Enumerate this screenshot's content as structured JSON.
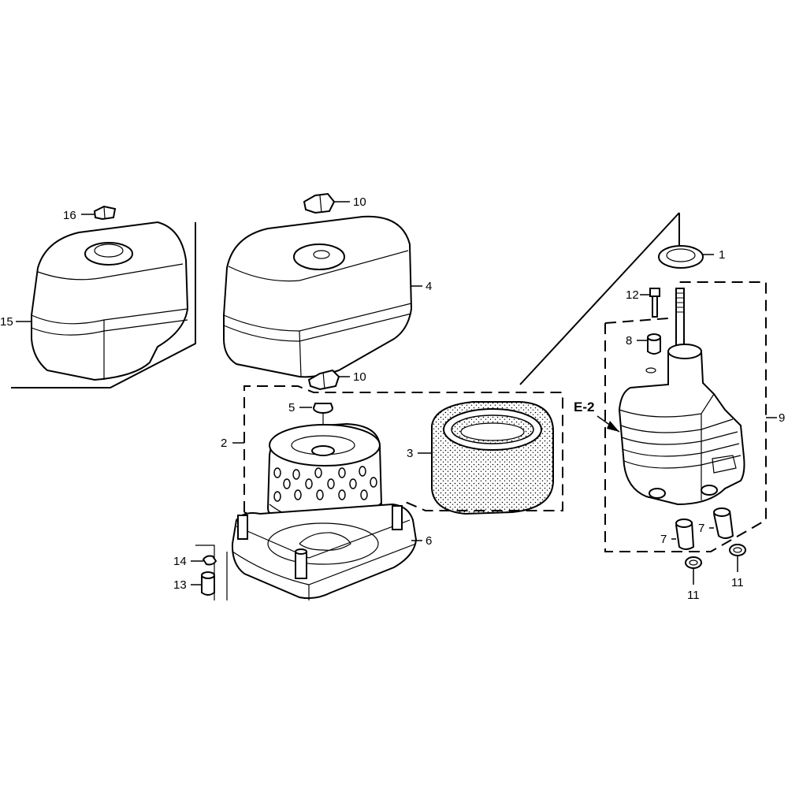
{
  "callouts": {
    "c1": "1",
    "c2": "2",
    "c3": "3",
    "c4": "4",
    "c5": "5",
    "c6": "6",
    "c7a": "7",
    "c7b": "7",
    "c8": "8",
    "c9": "9",
    "c10a": "10",
    "c10b": "10",
    "c11a": "11",
    "c11b": "11",
    "c12": "12",
    "c13": "13",
    "c14": "14",
    "c15": "15",
    "c16": "16"
  },
  "reference": "E-2"
}
